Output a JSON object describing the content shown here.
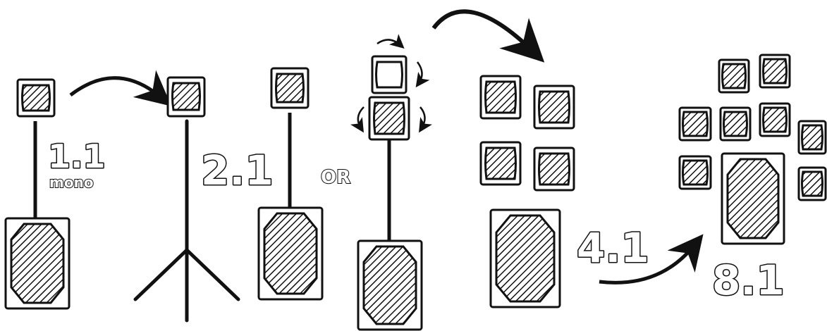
{
  "configs": [
    {
      "label": "1.1",
      "sublabel": "mono"
    },
    {
      "label": "2.1"
    },
    {
      "connector": "OR"
    },
    {
      "label": "4.1"
    },
    {
      "label": "8.1"
    }
  ],
  "colors": {
    "ink": "#111111",
    "paper": "#ffffff"
  }
}
